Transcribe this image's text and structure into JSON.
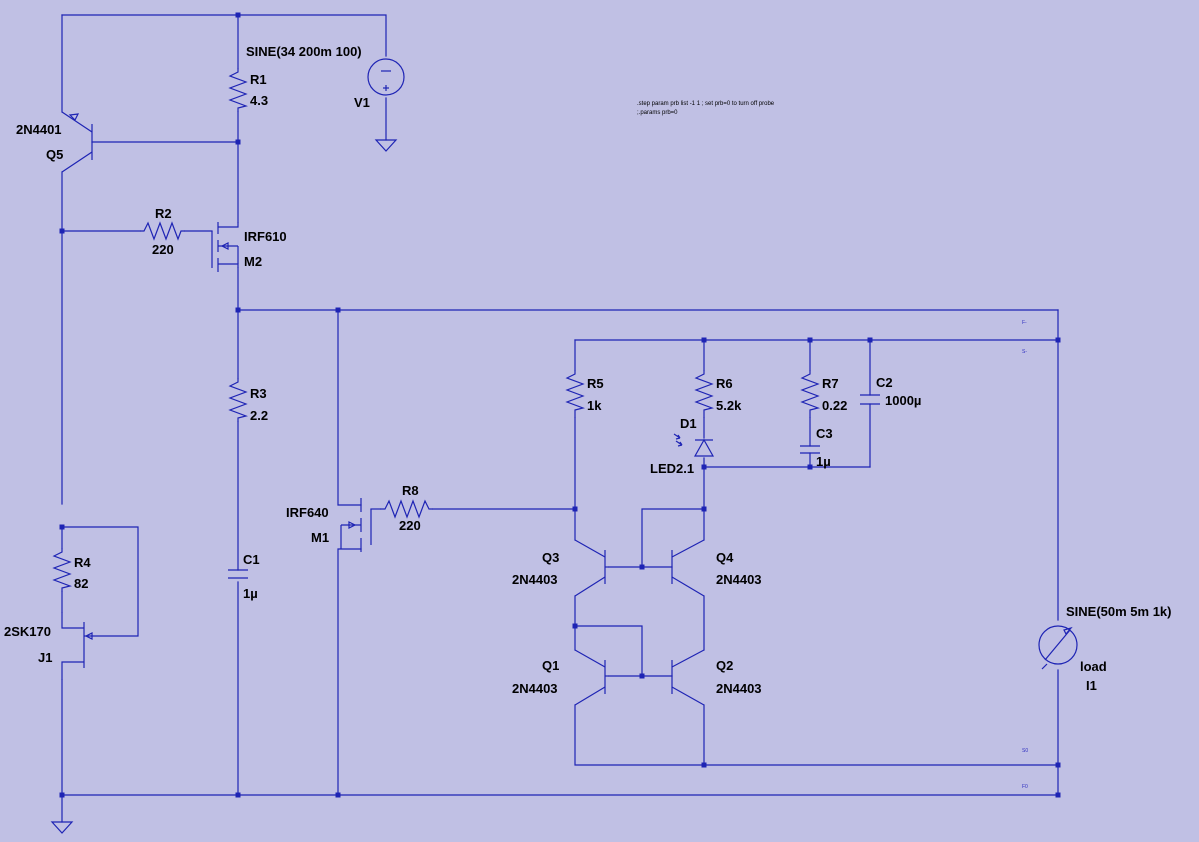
{
  "components": {
    "q5": {
      "name": "Q5",
      "model": "2N4401"
    },
    "r1": {
      "name": "R1",
      "value": "4.3"
    },
    "v1": {
      "name": "V1",
      "value": "SINE(34 200m 100)"
    },
    "r2": {
      "name": "R2",
      "value": "220"
    },
    "m2": {
      "name": "M2",
      "model": "IRF610"
    },
    "r3": {
      "name": "R3",
      "value": "2.2"
    },
    "c1": {
      "name": "C1",
      "value": "1µ"
    },
    "r4": {
      "name": "R4",
      "value": "82"
    },
    "j1": {
      "name": "J1",
      "model": "2SK170"
    },
    "m1": {
      "name": "M1",
      "model": "IRF640"
    },
    "r8": {
      "name": "R8",
      "value": "220"
    },
    "r5": {
      "name": "R5",
      "value": "1k"
    },
    "r6": {
      "name": "R6",
      "value": "5.2k"
    },
    "d1": {
      "name": "D1",
      "model": "LED2.1"
    },
    "r7": {
      "name": "R7",
      "value": "0.22"
    },
    "c3": {
      "name": "C3",
      "value": "1µ"
    },
    "c2": {
      "name": "C2",
      "value": "1000µ"
    },
    "q3": {
      "name": "Q3",
      "model": "2N4403"
    },
    "q4": {
      "name": "Q4",
      "model": "2N4403"
    },
    "q1": {
      "name": "Q1",
      "model": "2N4403"
    },
    "q2": {
      "name": "Q2",
      "model": "2N4403"
    },
    "i1": {
      "name": "I1",
      "label": "load",
      "value": "SINE(50m 5m 1k)"
    }
  },
  "directives": [
    ".step param prb list -1 1 ; set prb=0 to turn off probe",
    ";.params prb=0"
  ],
  "net_labels": {
    "f_minus": "F-",
    "s_minus": "S-",
    "s0": "S0",
    "f0": "F0"
  },
  "colors": {
    "background": "#c0c0e4",
    "wire": "#1e24b4",
    "text": "#000000"
  }
}
